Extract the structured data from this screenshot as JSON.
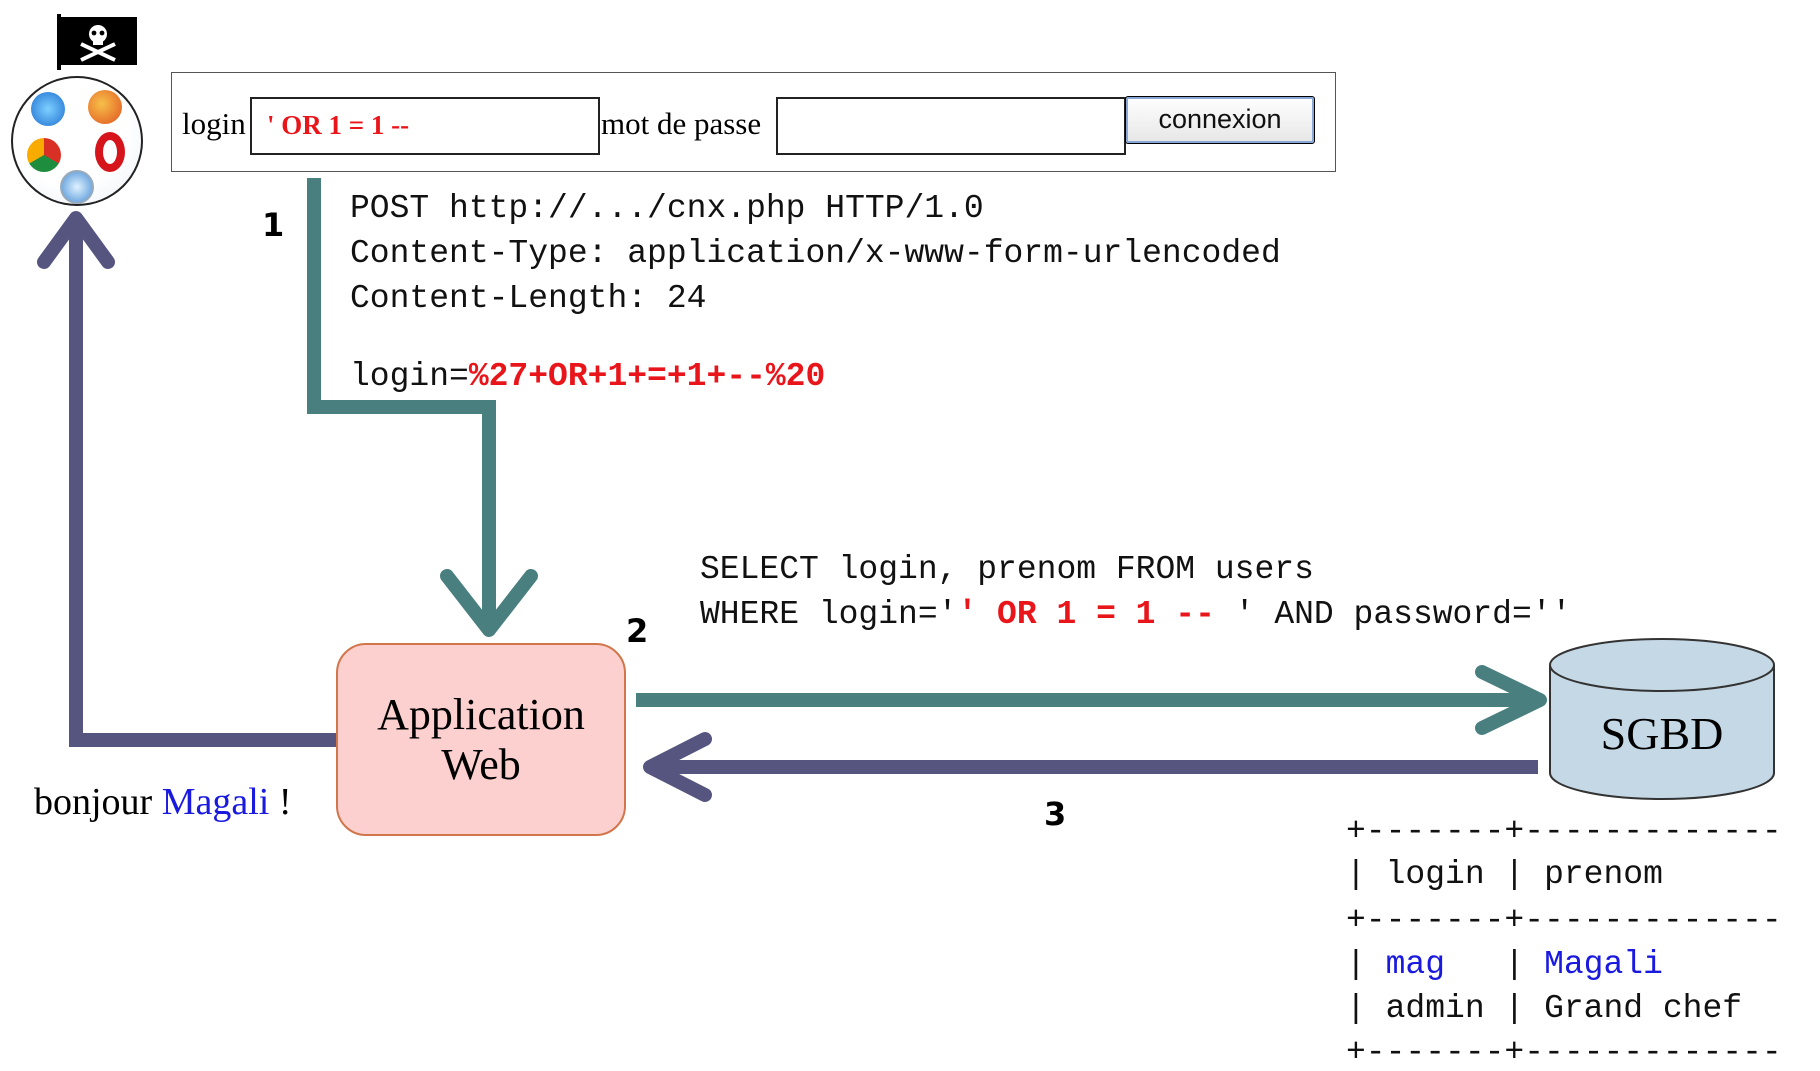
{
  "form": {
    "login_label": "login",
    "login_value": "' OR 1 = 1 --",
    "password_label": "mot de passe",
    "password_value": "",
    "submit_label": "connexion"
  },
  "steps": {
    "one": "1",
    "two": "2",
    "three": "3"
  },
  "http_request": {
    "line1": "POST http://.../cnx.php HTTP/1.0",
    "line2": "Content-Type: application/x-www-form-urlencoded",
    "line3": "Content-Length: 24",
    "body_prefix": "login=",
    "body_payload": "%27+OR+1+=+1+--%20"
  },
  "sql_query": {
    "line1": "SELECT login, prenom FROM users",
    "line2_prefix": "WHERE login='",
    "line2_payload": "' OR 1 = 1 --",
    "line2_suffix": " ' AND password=''"
  },
  "app_box": {
    "line1": "Application",
    "line2": "Web"
  },
  "database": {
    "label": "SGBD"
  },
  "greeting": {
    "prefix": "bonjour ",
    "name": "Magali",
    "suffix": " !"
  },
  "result_table": {
    "border": "+-------+-------------",
    "header_login": "login",
    "header_prenom": "prenom",
    "rows": [
      {
        "login": "mag",
        "prenom": "Magali"
      },
      {
        "login": "admin",
        "prenom": "Grand chef"
      }
    ]
  },
  "browser_icons": [
    "internet-explorer-icon",
    "firefox-icon",
    "chrome-icon",
    "opera-icon",
    "safari-icon"
  ],
  "colors": {
    "request_arrow": "#4a7f80",
    "response_arrow": "#55557f",
    "payload": "#e8161b",
    "highlight": "#1a1adf",
    "app_fill": "#fdd0d0",
    "db_fill": "#c5d8e6"
  }
}
